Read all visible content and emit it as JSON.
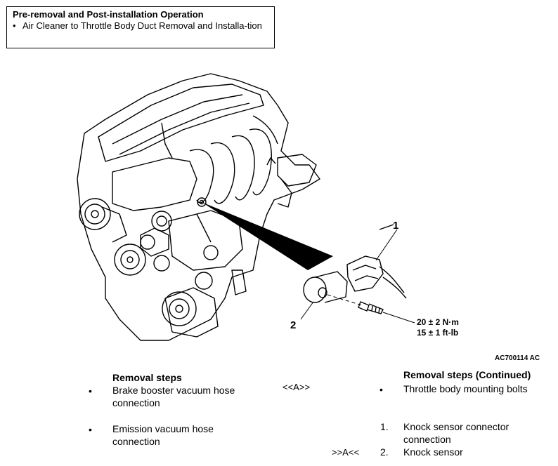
{
  "pre_box": {
    "title": "Pre-removal and Post-installation Operation",
    "bullet": "•",
    "item": "Air Cleaner to Throttle Body Duct Removal and Installa-tion"
  },
  "figure": {
    "callouts": [
      "1",
      "2"
    ],
    "torque_nm": "20 ± 2 N·m",
    "torque_ftlb": "15 ± 1 ft-lb",
    "figure_id": "AC700114 AC"
  },
  "left_column": {
    "heading": "Removal steps",
    "steps": [
      {
        "marker": "•",
        "text1": "Brake booster vacuum hose",
        "text2": "connection"
      },
      {
        "marker": "•",
        "text1": "Emission vacuum hose",
        "text2": "connection"
      }
    ]
  },
  "middle_tags": {
    "tag_a1": "<<A>>",
    "tag_a2": ">>A<<"
  },
  "right_column": {
    "heading": "Removal steps (Continued)",
    "steps": [
      {
        "marker": "•",
        "text1": "Throttle body mounting bolts",
        "text2": ""
      },
      {
        "marker": "1.",
        "text1": "Knock sensor connector",
        "text2": "connection"
      },
      {
        "marker": "2.",
        "text1": "Knock sensor",
        "text2": ""
      }
    ]
  }
}
